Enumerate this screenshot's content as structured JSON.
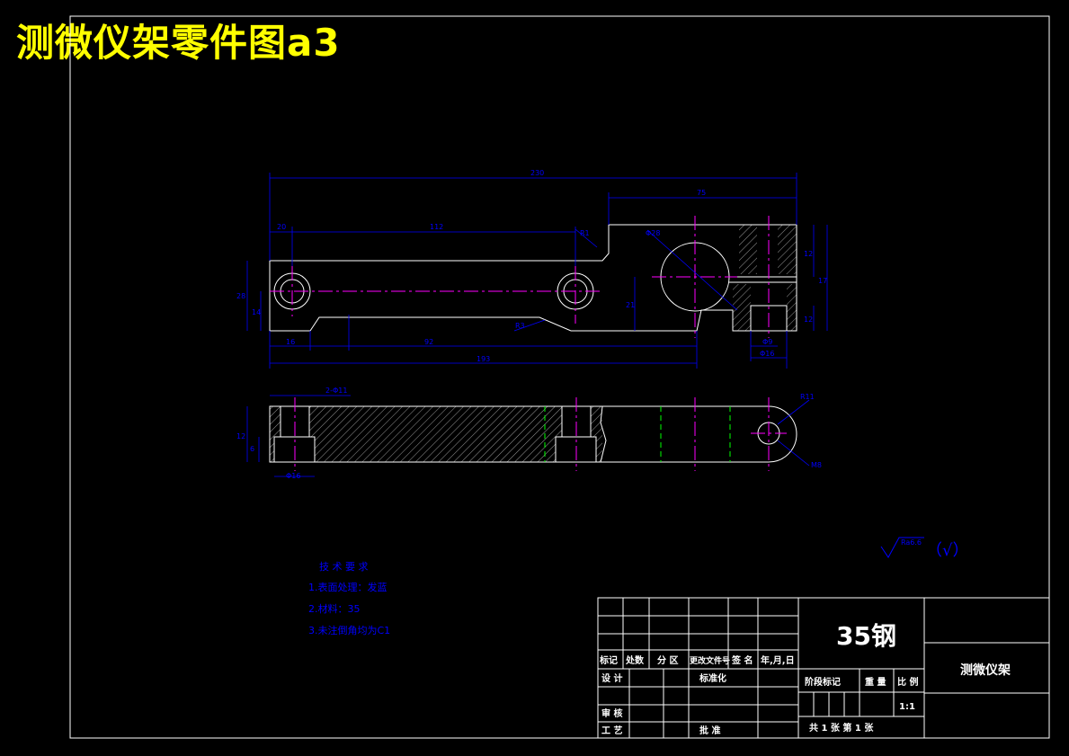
{
  "drawing_title": "测微仪架零件图a3",
  "dimensions": {
    "overall_length": "230",
    "right_block_length": "75",
    "left_offset": "20",
    "hole_spacing": "112",
    "chamfer_top": "R1",
    "bore_dia": "Φ28",
    "height_total": "28",
    "height_inner": "14",
    "bore_center_height": "21",
    "right_h1": "12",
    "right_h2": "17",
    "right_h3": "12",
    "bottom_left": "16",
    "bottom_slot": "92",
    "bottom_total": "193",
    "radius_slot": "R3",
    "bottom_r1": "Φ9",
    "bottom_r2": "Φ16",
    "holes_note": "2-Φ11",
    "side_thickness": "12",
    "side_inner": "6",
    "counterbore": "Φ16",
    "ear_radius": "R11",
    "ear_note": "M8"
  },
  "roughness_note": "Ra6.6",
  "roughness_paren": "（√）",
  "tech_requirements": {
    "heading": "技 术 要 求",
    "items": [
      "1.表面处理：发蓝",
      "2.材料：35",
      "3.未注倒角均为C1"
    ]
  },
  "title_block": {
    "material": "35钢",
    "part_name": "测微仪架",
    "headers": [
      "标记",
      "处数",
      "分 区",
      "更改文件号",
      "签 名",
      "年,月,日"
    ],
    "design": "设 计",
    "standardize": "标准化",
    "review": "审 核",
    "process": "工 艺",
    "approve": "批 准",
    "stage_mark": "阶段标记",
    "weight": "重 量",
    "scale": "比 例",
    "scale_value": "1:1",
    "sheet_info": "共 1  张  第 1  张"
  }
}
